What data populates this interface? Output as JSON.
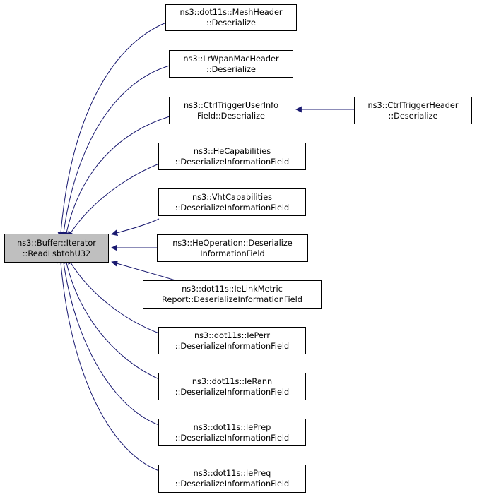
{
  "root": {
    "line1": "ns3::Buffer::Iterator",
    "line2": "::ReadLsbtohU32"
  },
  "callers": [
    {
      "line1": "ns3::dot11s::MeshHeader",
      "line2": "::Deserialize"
    },
    {
      "line1": "ns3::LrWpanMacHeader",
      "line2": "::Deserialize"
    },
    {
      "line1": "ns3::CtrlTriggerUserInfo",
      "line2": "Field::Deserialize"
    },
    {
      "line1": "ns3::HeCapabilities",
      "line2": "::DeserializeInformationField"
    },
    {
      "line1": "ns3::VhtCapabilities",
      "line2": "::DeserializeInformationField"
    },
    {
      "line1": "ns3::HeOperation::Deserialize",
      "line2": "InformationField"
    },
    {
      "line1": "ns3::dot11s::IeLinkMetric",
      "line2": "Report::DeserializeInformationField"
    },
    {
      "line1": "ns3::dot11s::IePerr",
      "line2": "::DeserializeInformationField"
    },
    {
      "line1": "ns3::dot11s::IeRann",
      "line2": "::DeserializeInformationField"
    },
    {
      "line1": "ns3::dot11s::IePrep",
      "line2": "::DeserializeInformationField"
    },
    {
      "line1": "ns3::dot11s::IePreq",
      "line2": "::DeserializeInformationField"
    }
  ],
  "secondary": [
    {
      "line1": "ns3::CtrlTriggerHeader",
      "line2": "::Deserialize"
    }
  ],
  "edge_color": "#191970"
}
